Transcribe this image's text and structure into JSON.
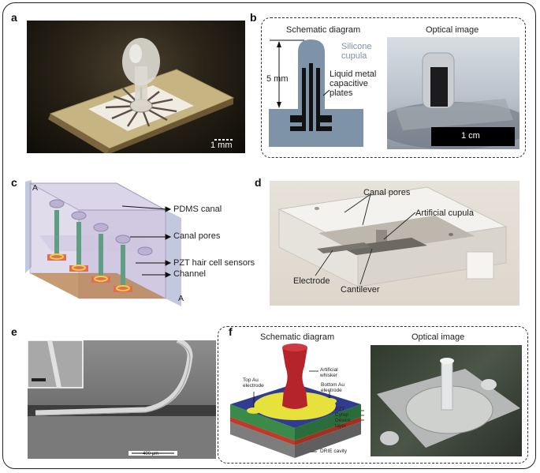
{
  "panels": {
    "a": {
      "label": "a",
      "scale_bar": "1 mm"
    },
    "b": {
      "label": "b",
      "schematic_title": "Schematic diagram",
      "optical_title": "Optical image",
      "cupula_label": "Silicone cupula",
      "cupula_line1": "Silicone",
      "cupula_line2": "cupula",
      "dimension": "5 mm",
      "plates_line1": "Liquid metal",
      "plates_line2": "capacitive",
      "plates_line3": "plates",
      "scale_bar": "1 cm"
    },
    "c": {
      "label": "c",
      "corner_a1": "A",
      "corner_a2": "A",
      "pdms": "PDMS canal",
      "pores": "Canal pores",
      "pzt": "PZT hair cell sensors",
      "channel": "Channel"
    },
    "d": {
      "label": "d",
      "pores": "Canal pores",
      "cupula": "Artificial cupula",
      "electrode": "Electrode",
      "cantilever": "Cantilever"
    },
    "e": {
      "label": "e",
      "scale_bar": "400 μm"
    },
    "f": {
      "label": "f",
      "schematic_title": "Schematic diagram",
      "optical_title": "Optical image",
      "whisker_1": "Artificial",
      "whisker_2": "whisker",
      "top_au_1": "Top Au",
      "top_au_2": "electrode",
      "bottom_au_1": "Bottom Au",
      "bottom_au_2": "electrode",
      "pzt": "PZT",
      "cytop": "Cytop",
      "device": "Device",
      "layer": "layer",
      "drie": "DRIE cavity"
    }
  },
  "colors": {
    "cupula_fill": "#7f93a8",
    "cupula_text": "#7f93a8",
    "plates": "#111111",
    "pdms_box": "#b7aed0",
    "whisker": "#b5232b",
    "pzt_ring": "#e6e13b",
    "substrate_blue": "#2f3c8f"
  }
}
